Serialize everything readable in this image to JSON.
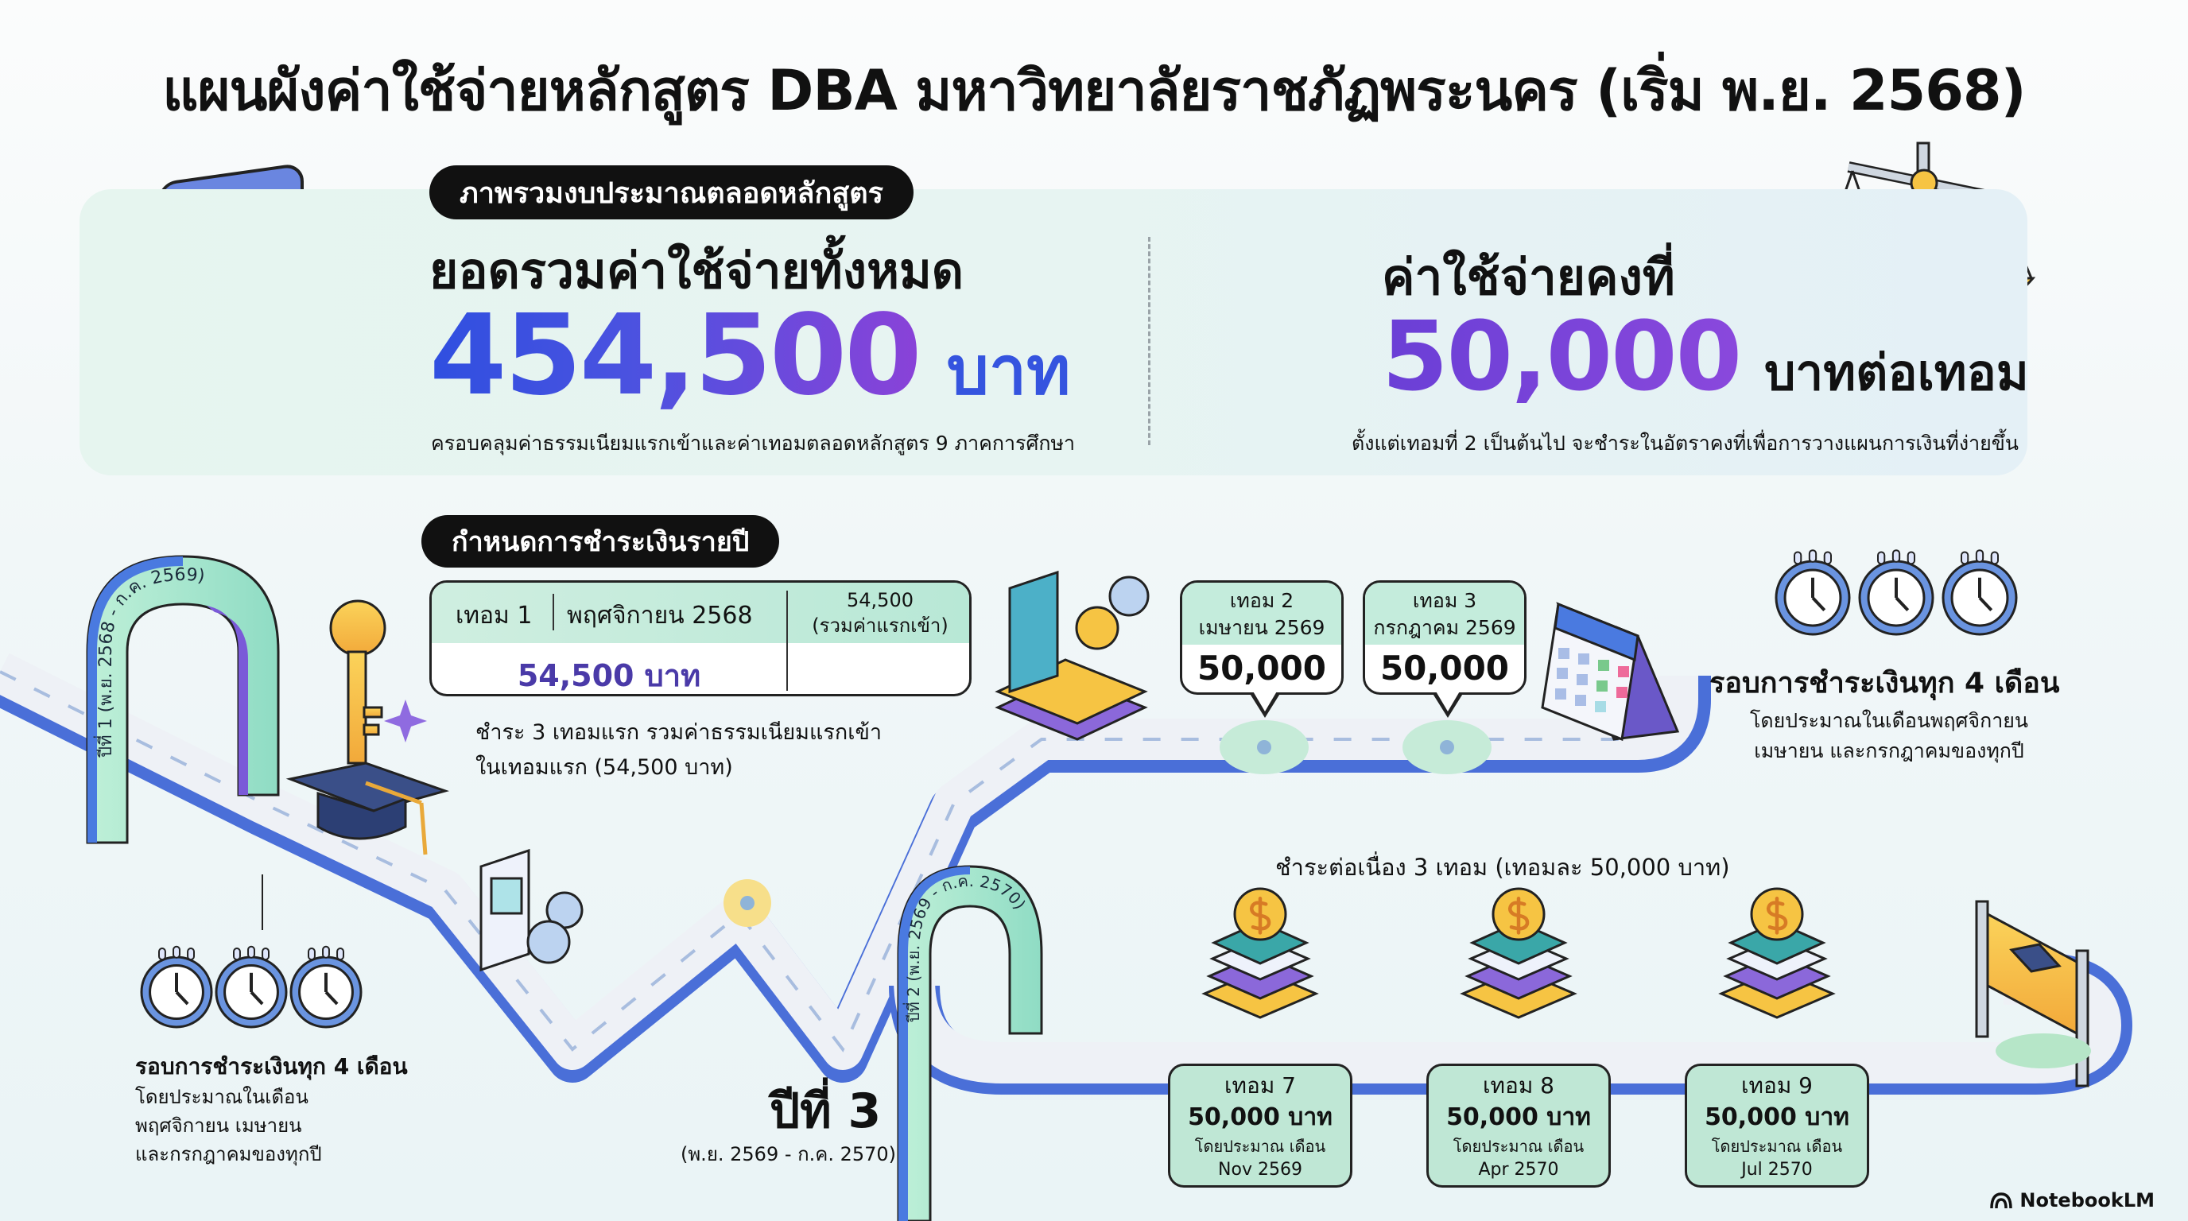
{
  "title": "แผนผังค่าใช้จ่ายหลักสูตร DBA มหาวิทยาลัยราชภัฏพระนคร (เริ่ม พ.ย. 2568)",
  "summary": {
    "pill": "ภาพรวมงบประมาณตลอดหลักสูตร",
    "total": {
      "heading": "ยอดรวมค่าใช้จ่ายทั้งหมด",
      "amount": "454,500",
      "unit": "บาท",
      "note": "ครอบคลุมค่าธรรมเนียมแรกเข้าและค่าเทอมตลอดหลักสูตร 9 ภาคการศึกษา"
    },
    "fixed": {
      "heading": "ค่าใช้จ่ายคงที่",
      "amount": "50,000",
      "unit": "บาทต่อเทอม",
      "note": "ตั้งแต่เทอมที่ 2 เป็นต้นไป จะชำระในอัตราคงที่เพื่อการวางแผนการเงินที่ง่ายขึ้น"
    }
  },
  "schedule": {
    "pill": "กำหนดการชำระเงินรายปี",
    "semester1": {
      "term": "เทอม 1",
      "month": "พฤศจิกายน 2568",
      "total_line1": "54,500",
      "total_line2": "(รวมค่าแรกเข้า)",
      "amount": "54,500 บาท"
    },
    "semester1_note_line1": "ชำระ 3 เทอมแรก รวมค่าธรรมเนียมแรกเข้า",
    "semester1_note_line2": "ในเทอมแรก (54,500 บาท)",
    "semester2": {
      "term": "เทอม 2",
      "month": "เมษายน 2569",
      "amount": "50,000"
    },
    "semester3": {
      "term": "เทอม 3",
      "month": "กรกฎาคม 2569",
      "amount": "50,000"
    },
    "cycle_right": {
      "title": "รอบการชำระเงินทุก 4 เดือน",
      "desc_line1": "โดยประมาณในเดือนพฤศจิกายน",
      "desc_line2": "เมษายน และกรกฎาคมของทุกปี"
    },
    "cycle_left": {
      "title": "รอบการชำระเงินทุก 4 เดือน",
      "desc_line1": "โดยประมาณในเดือน",
      "desc_line2": "พฤศจิกายน เมษายน",
      "desc_line3": "และกรกฎาคมของทุกปี"
    },
    "arch_year1": "ปีที่ 1 (พ.ย. 2568 - ก.ค. 2569)",
    "arch_year2": "ปีที่ 2 (พ.ย. 2569 - ก.ค. 2570)",
    "year3": {
      "label": "ปีที่ 3",
      "range": "(พ.ย. 2569 - ก.ค. 2570)"
    },
    "continuous_note": "ชำระต่อเนื่อง 3 เทอม (เทอมละ 50,000 บาท)",
    "later_terms": [
      {
        "term": "เทอม 7",
        "amount": "50,000 บาท",
        "approx": "โดยประมาณ เดือน",
        "month": "Nov 2569"
      },
      {
        "term": "เทอม 8",
        "amount": "50,000 บาท",
        "approx": "โดยประมาณ เดือน",
        "month": "Apr 2570"
      },
      {
        "term": "เทอม 9",
        "amount": "50,000 บาท",
        "approx": "โดยประมาณ เดือน",
        "month": "Jul 2570"
      }
    ]
  },
  "brand": "NotebookLM",
  "colors": {
    "blue": "#3554df",
    "purple": "#7a45d8",
    "mint": "#bfe7d5",
    "gold": "#f6c443",
    "road": "#eef1f6",
    "road_edge": "#4a6fd8"
  },
  "icons": [
    "calculator-icon",
    "coins-icon",
    "padlock-icon",
    "scales-icon",
    "key-icon",
    "graduation-cap-icon",
    "book-gear-icon",
    "calendar-icon",
    "clock-icon",
    "coin-books-icon",
    "finish-flag-icon",
    "sparkle-icon"
  ]
}
